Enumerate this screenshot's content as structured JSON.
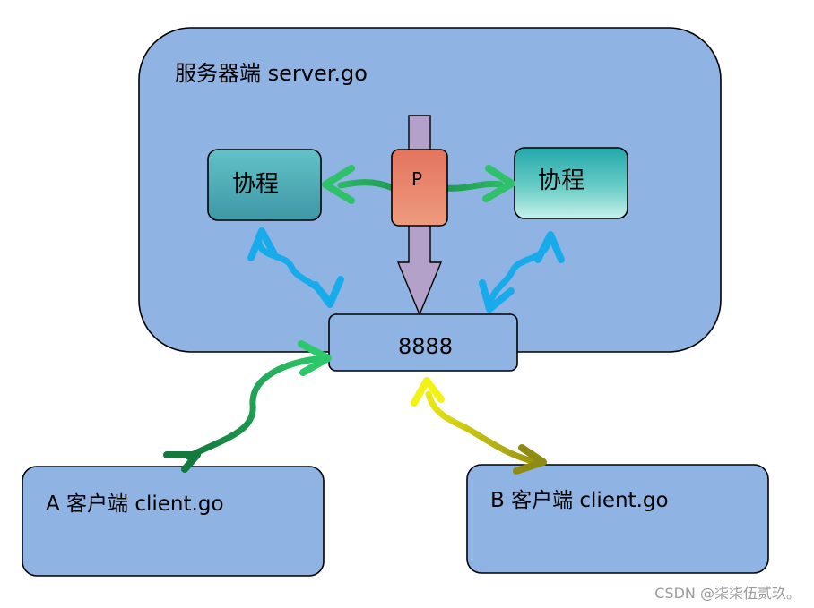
{
  "server": {
    "title": "服务器端 server.go"
  },
  "coroutine_left": {
    "label": "协程"
  },
  "coroutine_right": {
    "label": "协程"
  },
  "process": {
    "label": "P"
  },
  "port": {
    "label": "8888"
  },
  "client_a": {
    "label": "A 客户端 client.go"
  },
  "client_b": {
    "label": "B 客户端 client.go"
  },
  "watermark": {
    "text": "CSDN @柒柒伍贰玖。"
  },
  "colors": {
    "server_fill": "#8FB3E2",
    "box_stroke": "#000000",
    "coroutine_left_top": "#62C2C8",
    "coroutine_left_bottom": "#3E97A6",
    "coroutine_right_top": "#23A7AA",
    "coroutine_right_bottom": "#B8ECE6",
    "process_fill": "#E88A72",
    "big_arrow_fill": "#B3A1C9",
    "arrow_green": "#2FB364",
    "arrow_blue": "#18ABEB",
    "arrow_yellow": "#E9E716"
  }
}
